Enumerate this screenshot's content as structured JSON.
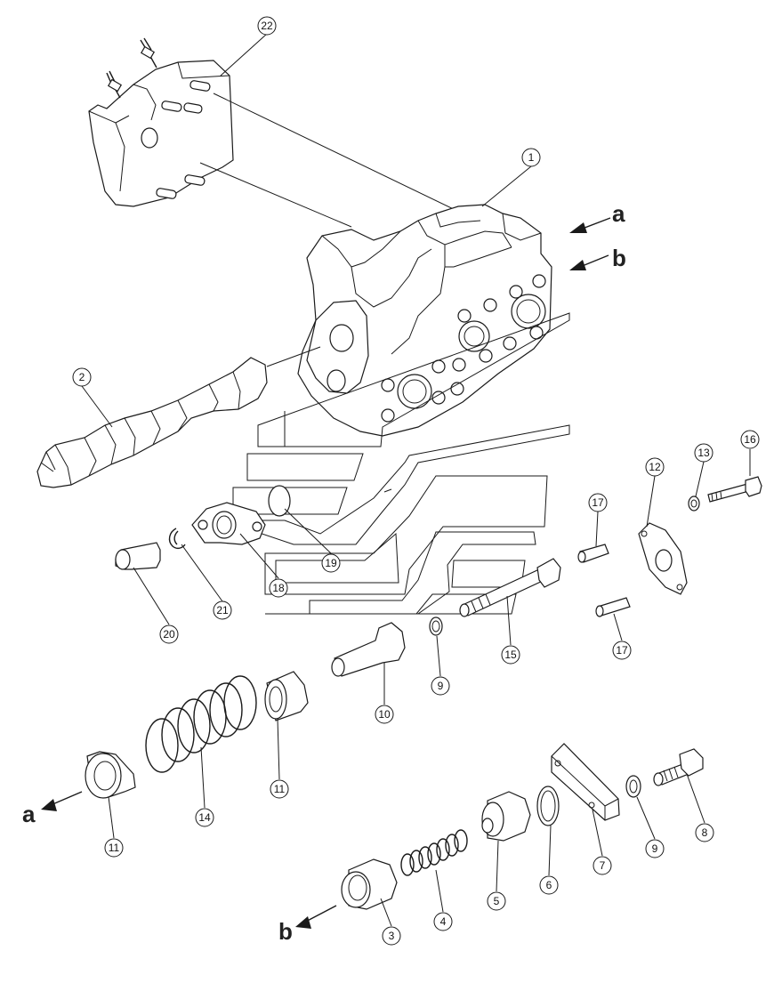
{
  "callouts": [
    {
      "id": "c22",
      "label": "22"
    },
    {
      "id": "c1",
      "label": "1"
    },
    {
      "id": "c2",
      "label": "2"
    },
    {
      "id": "c13",
      "label": "13"
    },
    {
      "id": "c16",
      "label": "16"
    },
    {
      "id": "c12",
      "label": "12"
    },
    {
      "id": "c17a",
      "label": "17"
    },
    {
      "id": "c19",
      "label": "19"
    },
    {
      "id": "c18",
      "label": "18"
    },
    {
      "id": "c21",
      "label": "21"
    },
    {
      "id": "c20",
      "label": "20"
    },
    {
      "id": "c9a",
      "label": "9"
    },
    {
      "id": "c15",
      "label": "15"
    },
    {
      "id": "c17b",
      "label": "17"
    },
    {
      "id": "c10",
      "label": "10"
    },
    {
      "id": "c11a",
      "label": "11"
    },
    {
      "id": "c14",
      "label": "14"
    },
    {
      "id": "c11b",
      "label": "11"
    },
    {
      "id": "c8",
      "label": "8"
    },
    {
      "id": "c9b",
      "label": "9"
    },
    {
      "id": "c7",
      "label": "7"
    },
    {
      "id": "c6",
      "label": "6"
    },
    {
      "id": "c5",
      "label": "5"
    },
    {
      "id": "c4",
      "label": "4"
    },
    {
      "id": "c3",
      "label": "3"
    }
  ],
  "flow_labels": {
    "a_top": "a",
    "b_top": "b",
    "a_bottom": "a",
    "b_bottom": "b"
  }
}
